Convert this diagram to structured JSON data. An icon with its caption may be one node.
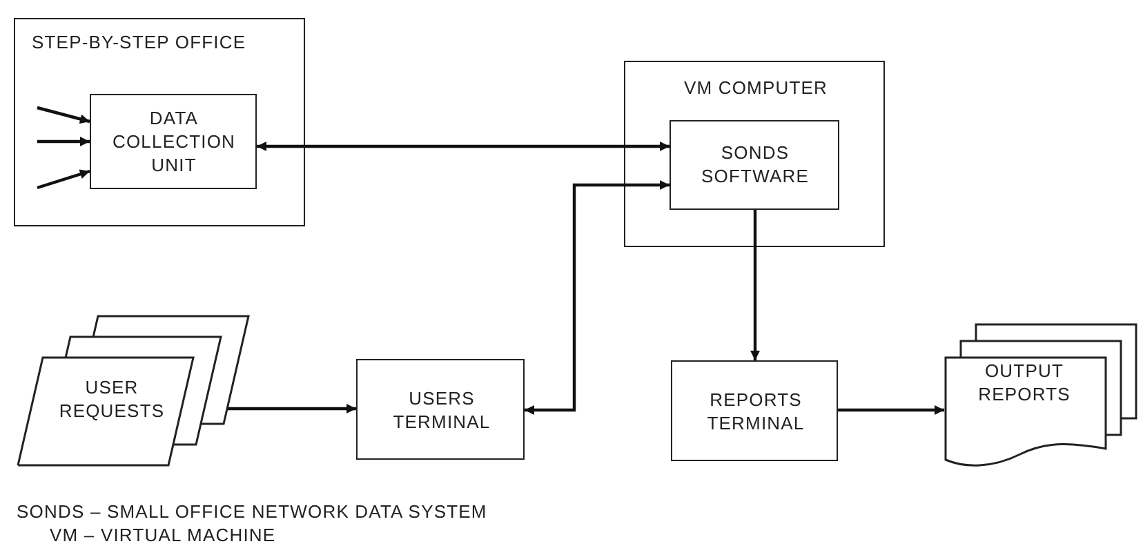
{
  "diagram": {
    "nodes": [
      {
        "text": [
          "STEP-BY-STEP OFFICE"
        ]
      },
      {
        "text": [
          "DATA COLLECTION UNIT"
        ],
        "in": 0
      },
      {
        "text": [
          "VM COMPUTER"
        ]
      },
      {
        "text": [
          "SONDS SOFTWARE"
        ],
        "in": 2
      },
      {
        "text": [
          "USER REQUESTS"
        ]
      },
      {
        "text": [
          "USERS TERMINAL"
        ]
      },
      {
        "text": [
          "REPORTS TERMINAL"
        ]
      },
      {
        "text": [
          "OUTPUT REPORTS"
        ]
      }
    ],
    "edges": [
      {
        "from": null,
        "to": 1,
        "arrow": "to"
      },
      {
        "from": null,
        "to": 1,
        "arrow": "to"
      },
      {
        "from": null,
        "to": 1,
        "arrow": "to"
      },
      {
        "from": 1,
        "to": 3,
        "arrow": "both"
      },
      {
        "from": 5,
        "to": 3,
        "arrow": "both"
      },
      {
        "from": 3,
        "to": 6,
        "arrow": "to"
      },
      {
        "from": 4,
        "to": 5,
        "arrow": "to"
      },
      {
        "from": 6,
        "to": 7,
        "arrow": "to"
      }
    ],
    "labels": [
      "SONDS – SMALL OFFICE NETWORK DATA SYSTEM",
      "VM – VIRTUAL MACHINE"
    ]
  }
}
